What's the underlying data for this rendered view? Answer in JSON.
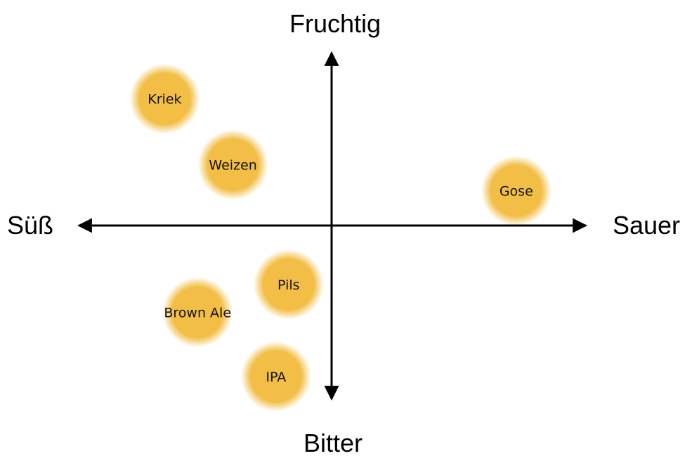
{
  "axes": {
    "top": "Fruchtig",
    "bottom": "Bitter",
    "left": "Süß",
    "right": "Sauer"
  },
  "bubble_color": "#F2BE45",
  "axis_color": "#000000",
  "beers": [
    {
      "name": "Kriek",
      "sweet_sour": -0.66,
      "fruity_bitter": 0.73
    },
    {
      "name": "Weizen",
      "sweet_sour": -0.39,
      "fruity_bitter": 0.35
    },
    {
      "name": "Gose",
      "sweet_sour": 0.73,
      "fruity_bitter": 0.2
    },
    {
      "name": "Pils",
      "sweet_sour": -0.17,
      "fruity_bitter": -0.34
    },
    {
      "name": "Brown Ale",
      "sweet_sour": -0.53,
      "fruity_bitter": -0.5
    },
    {
      "name": "IPA",
      "sweet_sour": -0.22,
      "fruity_bitter": -0.87
    }
  ]
}
